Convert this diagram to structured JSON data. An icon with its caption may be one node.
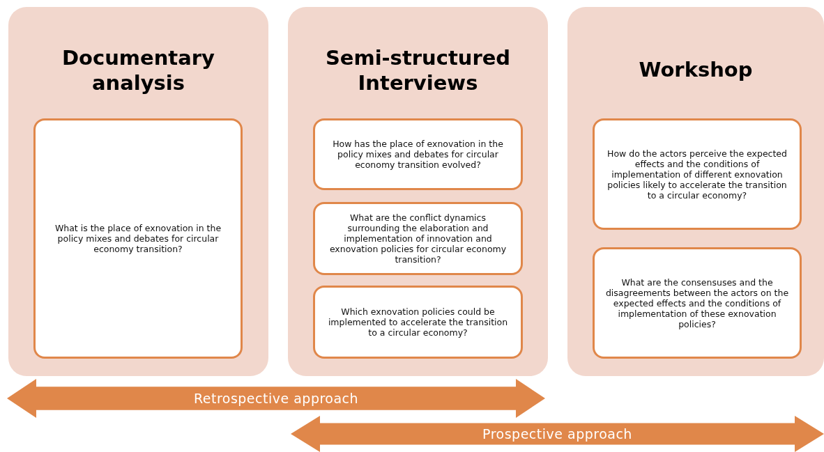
{
  "diagram": {
    "nodes": [
      {
        "text": [
          "Documentary analysis"
        ]
      },
      {
        "text": [
          "What is the place of exnovation in the policy mixes and debates for circular economy transition?"
        ],
        "in": 0
      },
      {
        "text": [
          "Semi-structured Interviews"
        ]
      },
      {
        "text": [
          "How has the place of exnovation in the policy mixes and debates for circular economy transition evolved?"
        ],
        "in": 2
      },
      {
        "text": [
          "What are the conflict dynamics surrounding the elaboration and implementation of innovation and exnovation policies for circular economy transition?"
        ],
        "in": 2
      },
      {
        "text": [
          "Which exnovation policies could be implemented to accelerate the transition to a circular economy?"
        ],
        "in": 2
      },
      {
        "text": [
          "Workshop"
        ]
      },
      {
        "text": [
          "How do the actors perceive the expected effects and the conditions of implementation of different exnovation policies likely to accelerate the transition to a circular economy?"
        ],
        "in": 6
      },
      {
        "text": [
          "What are the consensuses and the disagreements between the actors on the expected effects and the conditions of implementation of these exnovation policies?"
        ],
        "in": 6
      },
      {
        "text": [
          "Retrospective approach"
        ]
      },
      {
        "text": [
          "Prospective approach"
        ]
      }
    ]
  }
}
